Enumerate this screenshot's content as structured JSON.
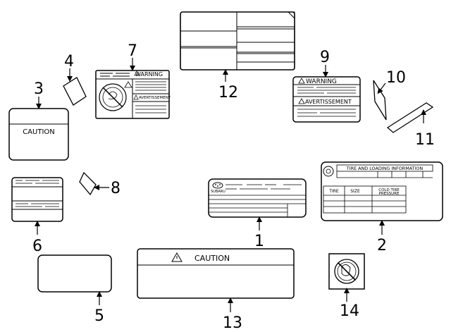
{
  "labels": {
    "caution_small": "CAUTION",
    "warning": "WARNING",
    "avertissement_small": "AVERTISSEMENT",
    "avertissement": "AVERTISSEMENT",
    "tire_title": "TIRE AND LOADING INFORMATION",
    "tire_col_tire": "TIRE",
    "tire_col_size": "SIZE",
    "tire_col_pressure_1": "COLD TIRE",
    "tire_col_pressure_2": "PRESSURE",
    "subaru": "SUBARU",
    "caution_large": "CAUTION"
  },
  "callouts": [
    "1",
    "2",
    "3",
    "4",
    "5",
    "6",
    "7",
    "8",
    "9",
    "10",
    "11",
    "12",
    "13",
    "14"
  ]
}
